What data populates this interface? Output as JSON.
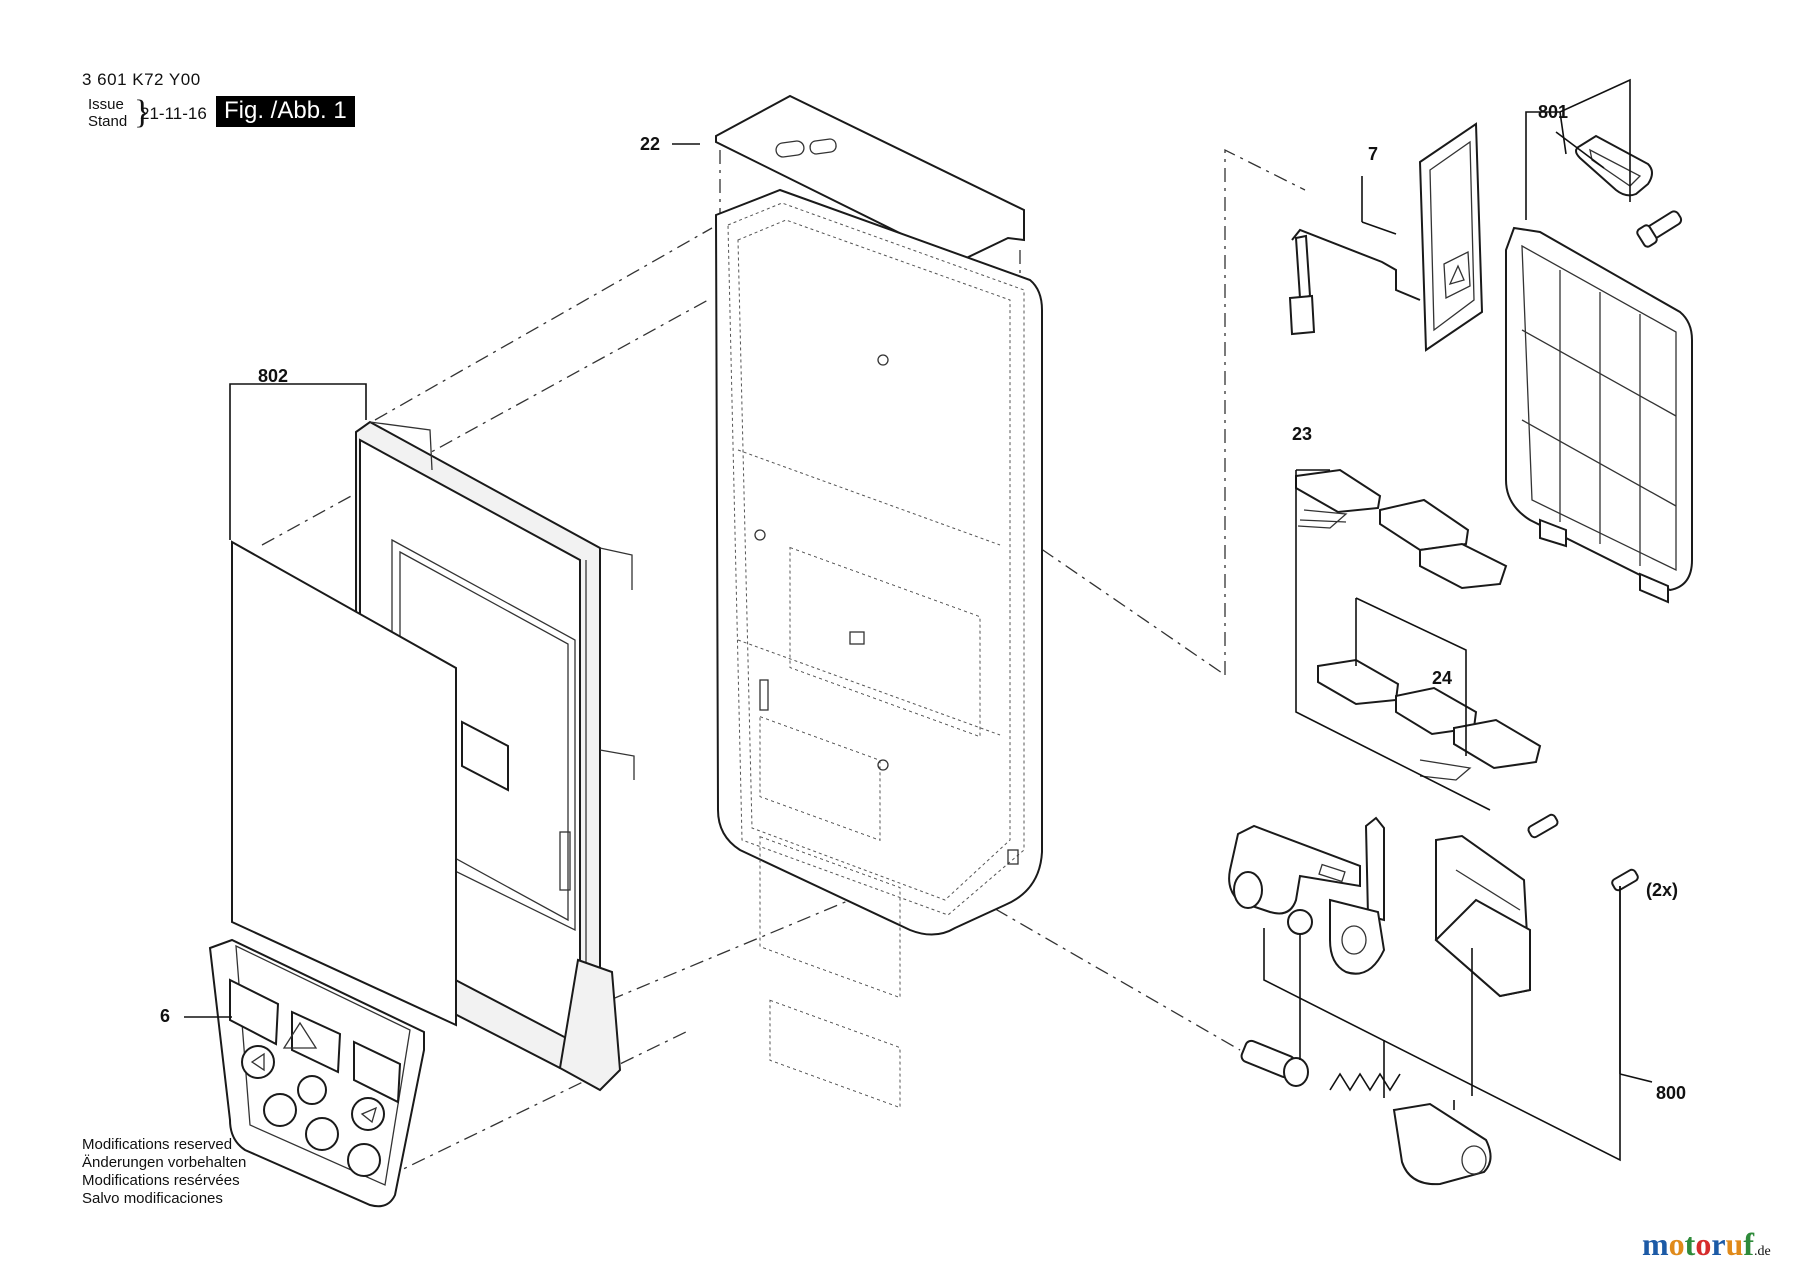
{
  "header": {
    "part_number": "3 601 K72 Y00",
    "issue_label": "Issue",
    "stand_label": "Stand",
    "date": "21-11-16",
    "figure_label": "Fig. /Abb. 1"
  },
  "callouts": {
    "c22": "22",
    "c7": "7",
    "c801": "801",
    "c802": "802",
    "c23": "23",
    "c24": "24",
    "c2x": "(2x)",
    "c6": "6",
    "c800": "800"
  },
  "notes": {
    "en": "Modifications reserved",
    "de": "Änderungen vorbehalten",
    "fr": "Modifications resérvées",
    "es": "Salvo modificaciones"
  },
  "brand": {
    "name": "motoruf",
    "suffix": ".de",
    "colors": [
      "#1c5aa6",
      "#e08a1a",
      "#2e8b3a",
      "#d62b2b"
    ]
  }
}
